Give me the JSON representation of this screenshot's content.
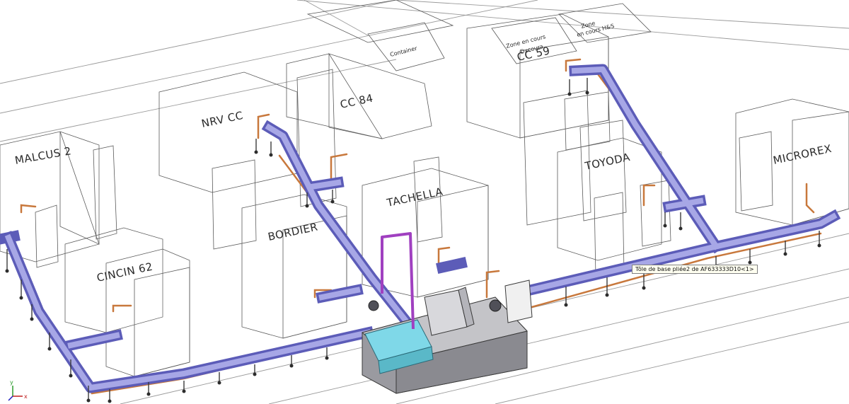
{
  "labels": {
    "malcus": "MALCUS 2",
    "nrv": "NRV CC",
    "cc84": "CC 84",
    "container": "Container",
    "zone1_line1": "Zone en cours",
    "zone1_line2": "Dxcoura",
    "cc59": "CC 59",
    "zone2_line1": "Zone",
    "zone2_line2": "en cours H&S",
    "toyoda": "TOYODA",
    "microrex": "MICROREX",
    "tachella": "TACHELLA",
    "bordier": "BORDIER",
    "cincin": "CINCIN 62"
  },
  "tooltip": "Tôle de base pliée2 de AF633333D10<1>",
  "triad": {
    "y": "y",
    "x": "x"
  },
  "colors": {
    "duct": "#5c5cb8",
    "duct_highlight": "#a7a7e6",
    "pipe": "#c8783c",
    "purple_frame": "#a040c0",
    "cyan_module": "#7fd8e8",
    "machine_grey": "#c4c4c8"
  }
}
